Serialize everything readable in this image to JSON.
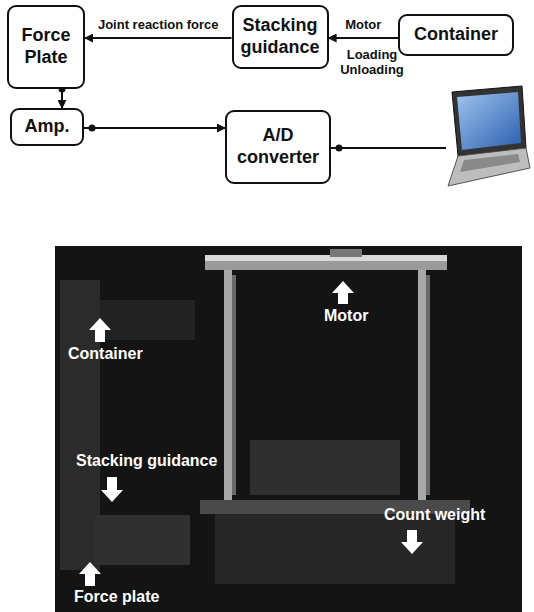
{
  "diagram": {
    "nodes": [
      {
        "text": [
          "Force Plate"
        ]
      },
      {
        "text": [
          "Stacking guidance"
        ]
      },
      {
        "text": [
          "Container"
        ]
      },
      {
        "text": [
          "Amp."
        ]
      },
      {
        "text": [
          "A/D converter"
        ]
      }
    ],
    "edges": [
      {
        "from": 1,
        "to": 0,
        "arrow": "to",
        "label": "Joint reaction force"
      },
      {
        "from": 2,
        "to": 1,
        "arrow": "to",
        "label": "Motor"
      },
      {
        "from": 0,
        "to": 3,
        "arrow": "to"
      },
      {
        "from": 3,
        "to": 4,
        "arrow": "to"
      }
    ],
    "labels": [
      "Loading Unloading",
      "Container",
      "Motor",
      "Stacking guidance",
      "Count weight",
      "Force plate"
    ]
  }
}
